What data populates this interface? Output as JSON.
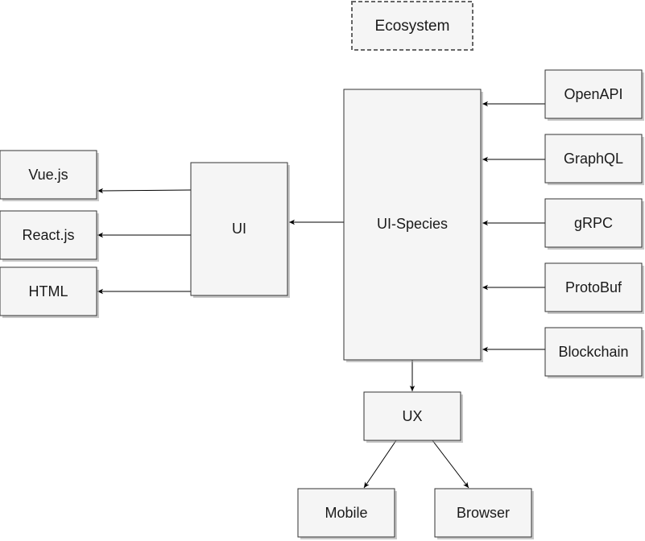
{
  "diagram": {
    "title": "Ecosystem",
    "nodes": {
      "vue": "Vue.js",
      "react": "React.js",
      "html": "HTML",
      "ui": "UI",
      "ui_species": "UI-Species",
      "openapi": "OpenAPI",
      "graphql": "GraphQL",
      "grpc": "gRPC",
      "protobuf": "ProtoBuf",
      "blockchain": "Blockchain",
      "ux": "UX",
      "mobile": "Mobile",
      "browser": "Browser"
    },
    "edges": [
      {
        "from": "OpenAPI",
        "to": "UI-Species"
      },
      {
        "from": "GraphQL",
        "to": "UI-Species"
      },
      {
        "from": "gRPC",
        "to": "UI-Species"
      },
      {
        "from": "ProtoBuf",
        "to": "UI-Species"
      },
      {
        "from": "Blockchain",
        "to": "UI-Species"
      },
      {
        "from": "UI-Species",
        "to": "UI"
      },
      {
        "from": "UI",
        "to": "Vue.js"
      },
      {
        "from": "UI",
        "to": "React.js"
      },
      {
        "from": "UI",
        "to": "HTML"
      },
      {
        "from": "UI-Species",
        "to": "UX"
      },
      {
        "from": "UX",
        "to": "Mobile"
      },
      {
        "from": "UX",
        "to": "Browser"
      }
    ]
  }
}
